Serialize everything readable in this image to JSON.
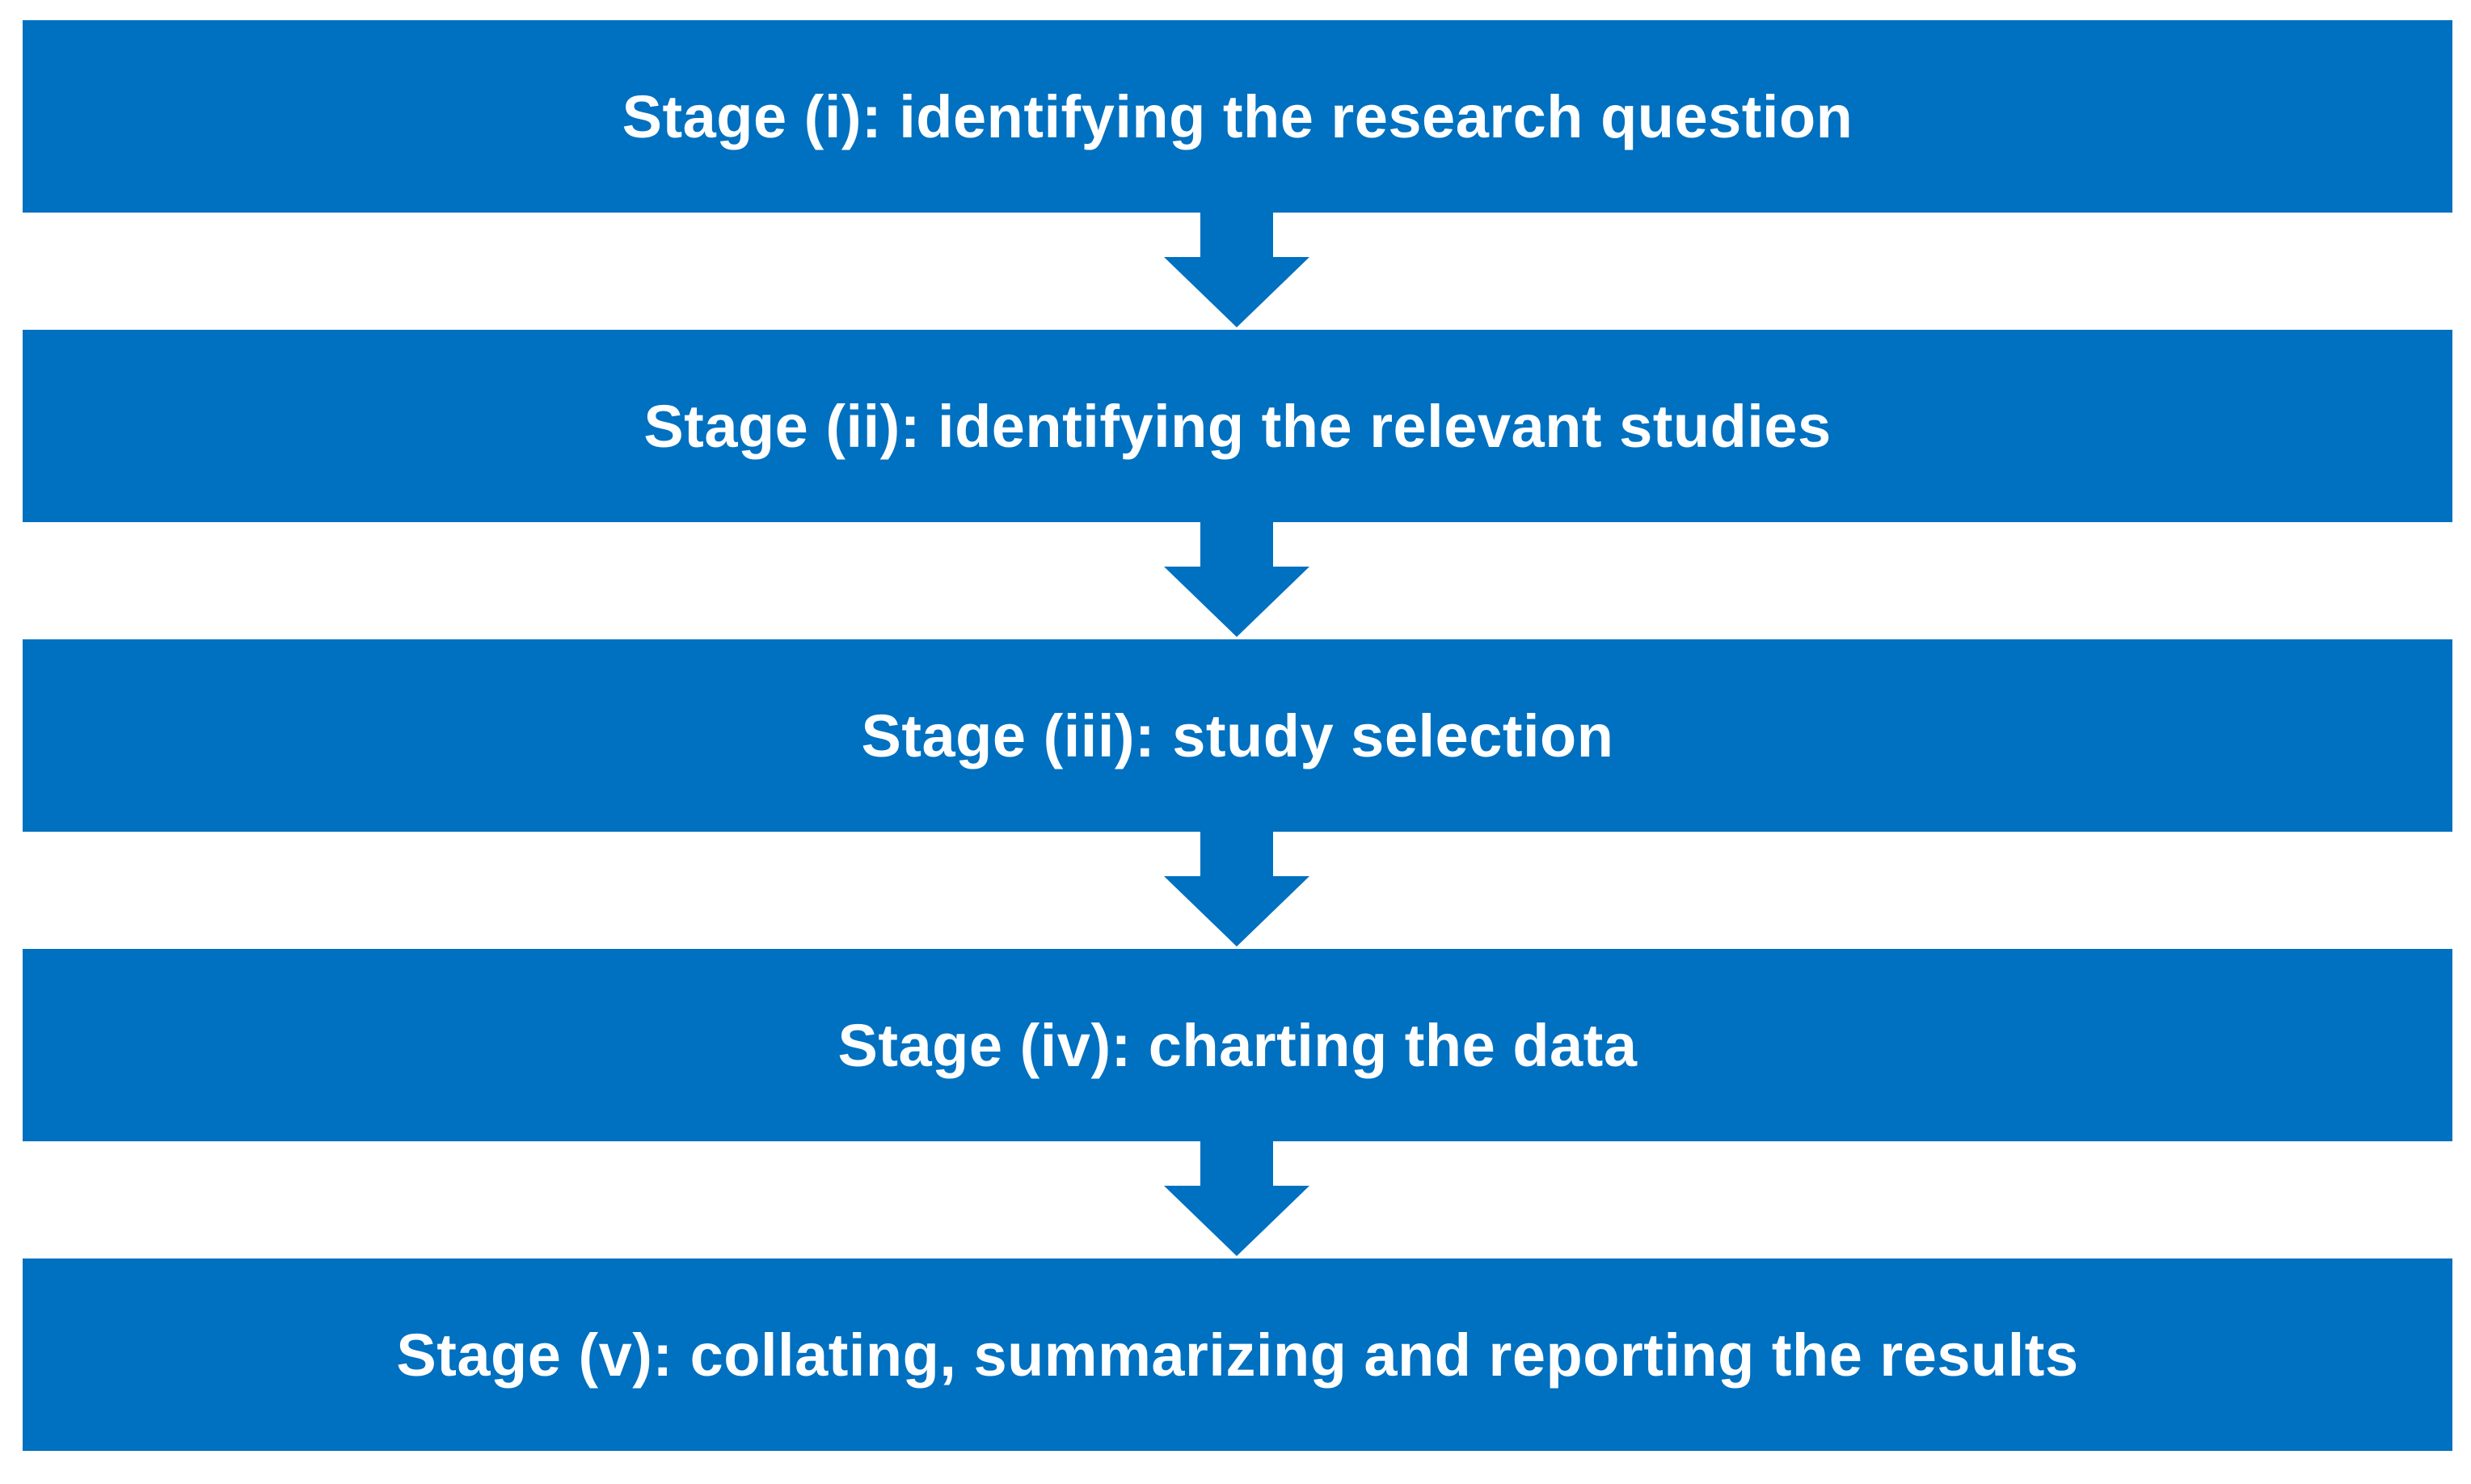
{
  "diagram": {
    "box_color": "#0070c0",
    "text_color": "#ffffff",
    "arrow_color": "#0070c0",
    "stages": [
      {
        "label": "Stage (i): identifying the research question"
      },
      {
        "label": "Stage (ii): identifying the relevant studies"
      },
      {
        "label": "Stage (iii): study selection"
      },
      {
        "label": "Stage (iv): charting the data"
      },
      {
        "label": "Stage (v): collating, summarizing and reporting the results"
      }
    ],
    "arrows": [
      {
        "icon": "arrow-down-icon"
      },
      {
        "icon": "arrow-down-icon"
      },
      {
        "icon": "arrow-down-icon"
      },
      {
        "icon": "arrow-down-icon"
      }
    ]
  }
}
